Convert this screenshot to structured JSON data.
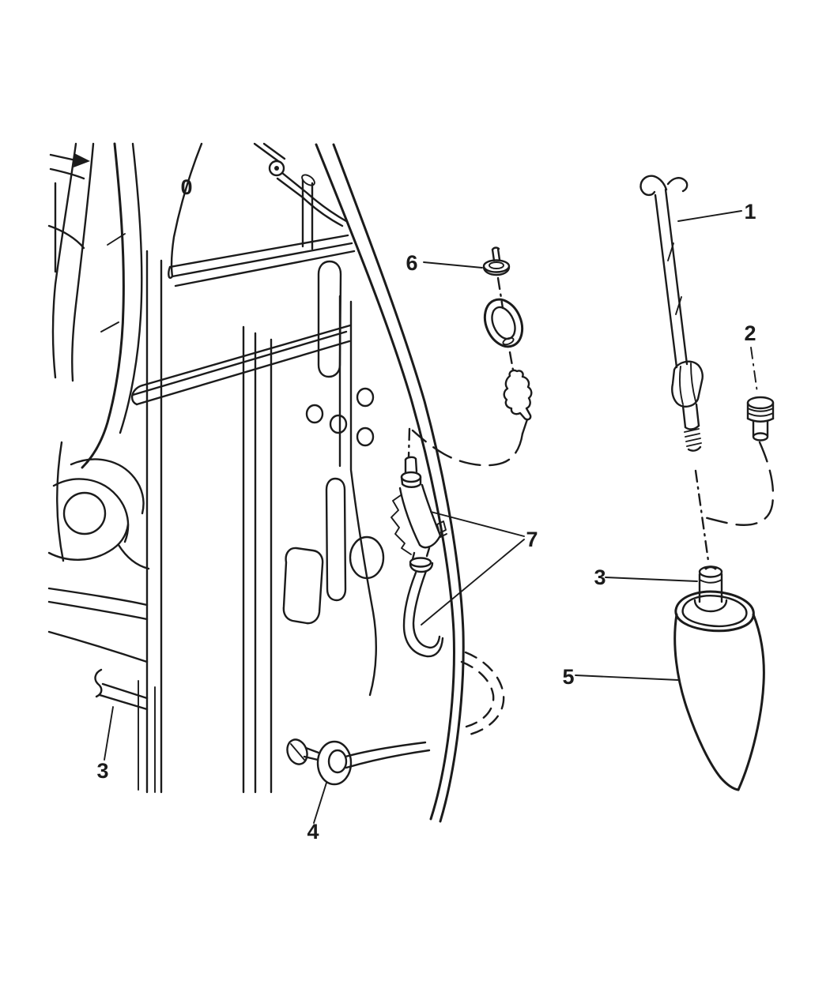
{
  "figure": {
    "kind": "exploded-parts-line-diagram",
    "colors": {
      "background": "#ffffff",
      "ink": "#1b1b1b"
    }
  },
  "callouts": {
    "panel_mark": {
      "label": "0"
    },
    "mast": {
      "label": "1"
    },
    "adapter_nut": {
      "label": "2"
    },
    "cap_nut": {
      "label": "3"
    },
    "body_panel": {
      "label": "3"
    },
    "grommet": {
      "label": "4"
    },
    "antenna_base": {
      "label": "5"
    },
    "mast_nut": {
      "label": "6"
    },
    "cable_assembly": {
      "label": "7"
    }
  }
}
